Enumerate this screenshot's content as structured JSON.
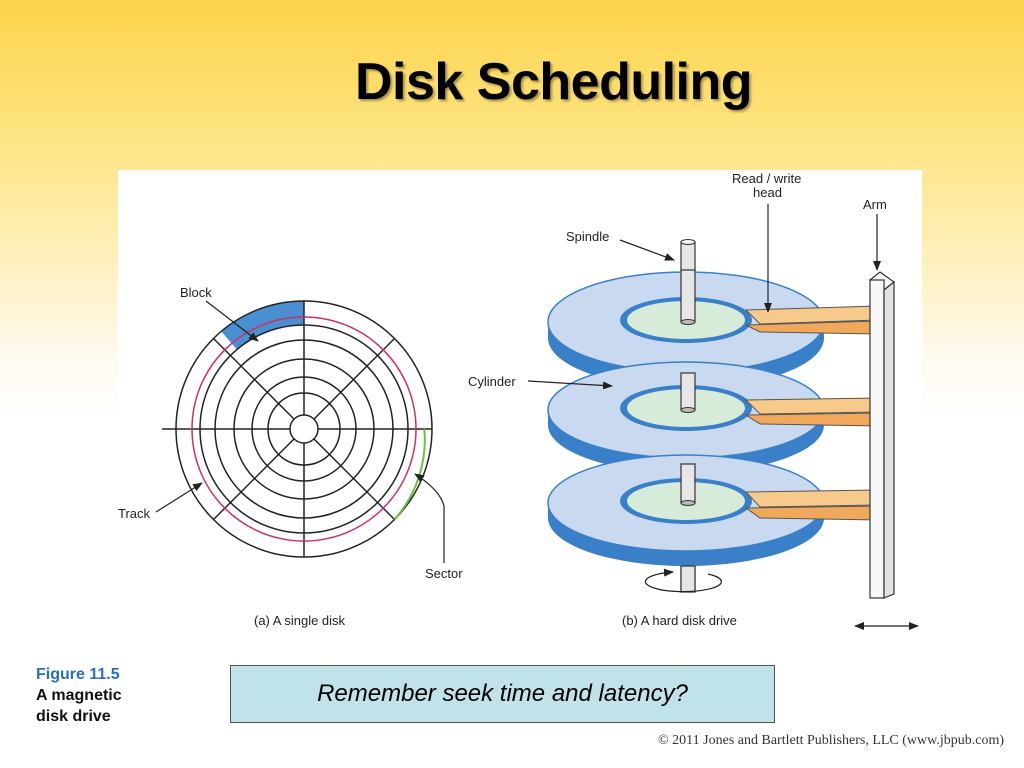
{
  "slide": {
    "title": "Disk Scheduling",
    "figure_number": "Figure 11.5",
    "figure_description_line1": "A magnetic",
    "figure_description_line2": "disk drive",
    "note": "Remember seek time and latency?",
    "copyright": "© 2011 Jones and Bartlett Publishers, LLC (www.jbpub.com)"
  },
  "diagram": {
    "labels": {
      "block": "Block",
      "track": "Track",
      "sector": "Sector",
      "spindle": "Spindle",
      "read_write_line1": "Read / write",
      "read_write_line2": "head",
      "arm": "Arm",
      "cylinder": "Cylinder"
    },
    "captions": {
      "single_disk": "(a) A single disk",
      "hard_disk_drive": "(b) A hard disk drive"
    }
  },
  "colors": {
    "block_fill": "#4a8fd0",
    "track_color": "#d03060",
    "sector_color": "#6cc040",
    "platter_top": "#c9daf0",
    "platter_edge": "#3a80c8",
    "hub_fill": "#d6ecd8",
    "head_fill": "#f7c98a",
    "note_background": "#bfe3e8",
    "figure_number_color": "#2a6fbf"
  }
}
